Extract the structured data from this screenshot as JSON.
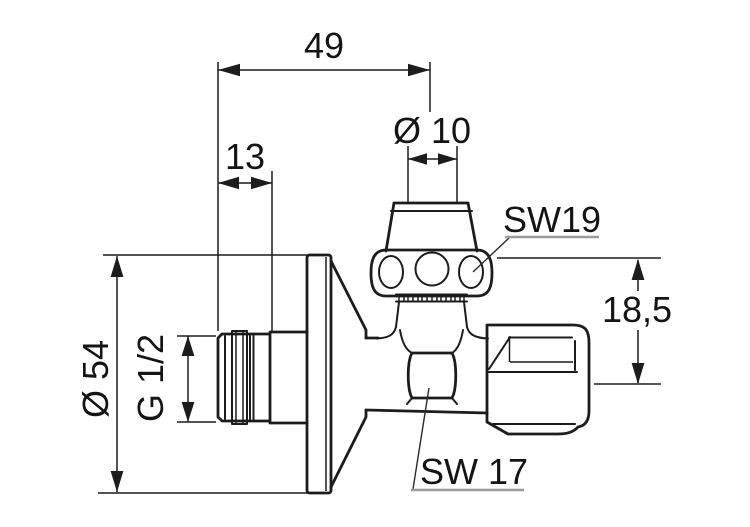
{
  "page": {
    "background": "#ffffff",
    "line_color": "#1c1c1c",
    "underline_color": "#9a9a9a",
    "description": "Technical dimension drawing of an angle valve"
  },
  "dimensions": {
    "overall_width": "49",
    "thread_length": "13",
    "stem_diameter": "Ø 10",
    "outlet_offset": "18,5",
    "rosette_diameter": "Ø 54",
    "thread_size": "G 1/2"
  },
  "labels": {
    "wrench_size_top": "SW19",
    "wrench_size_body": "SW 17"
  }
}
